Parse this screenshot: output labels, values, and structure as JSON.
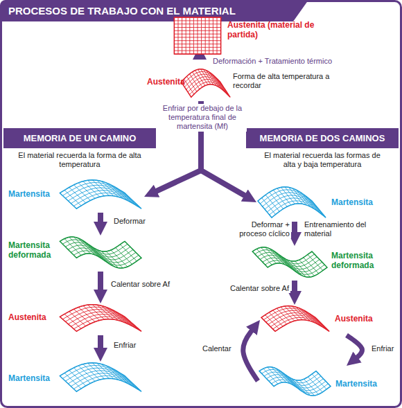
{
  "diagram": {
    "title": "PROCESOS DE TRABAJO CON EL MATERIAL",
    "nodes": [
      {
        "text": [
          "Austenita (material de partida)"
        ]
      },
      {
        "text": [
          "Austenita",
          "Forma de alta temperatura a recordar"
        ]
      },
      {
        "text": [
          "MEMORIA DE UN CAMINO",
          "El material recuerda la forma de alta temperatura"
        ]
      },
      {
        "text": [
          "MEMORIA DE DOS CAMINOS",
          "El material recuerda las formas de alta y baja temperatura"
        ]
      },
      {
        "text": [
          "Martensita"
        ]
      },
      {
        "text": [
          "Martensita deformada"
        ]
      },
      {
        "text": [
          "Austenita"
        ]
      },
      {
        "text": [
          "Martensita"
        ]
      },
      {
        "text": [
          "Martensita"
        ]
      },
      {
        "text": [
          "Martensita deformada"
        ]
      },
      {
        "text": [
          "Austenita"
        ]
      },
      {
        "text": [
          "Martensita"
        ]
      }
    ],
    "edges": [
      {
        "from": 0,
        "to": 1,
        "arrow": "to",
        "label": "Deformación + Tratamiento térmico"
      },
      {
        "from": 1,
        "to": 4,
        "arrow": "to",
        "label": "Enfriar por debajo de la temperatura final de martensita (Mf)"
      },
      {
        "from": 1,
        "to": 8,
        "arrow": "to"
      },
      {
        "from": 4,
        "to": 5,
        "arrow": "to",
        "label": "Deformar"
      },
      {
        "from": 5,
        "to": 6,
        "arrow": "to",
        "label": "Calentar sobre Af"
      },
      {
        "from": 6,
        "to": 7,
        "arrow": "to",
        "label": "Enfriar"
      },
      {
        "from": 8,
        "to": 9,
        "arrow": "to",
        "label": "Deformar + proceso cíclico"
      },
      {
        "from": 9,
        "to": 10,
        "arrow": "to",
        "label": "Calentar sobre Af"
      },
      {
        "from": 10,
        "to": 11,
        "arrow": "to",
        "label": "Enfriar"
      },
      {
        "from": 11,
        "to": 10,
        "arrow": "to",
        "label": "Calentar"
      }
    ],
    "labels": [
      "Entrenamiento del material"
    ]
  }
}
